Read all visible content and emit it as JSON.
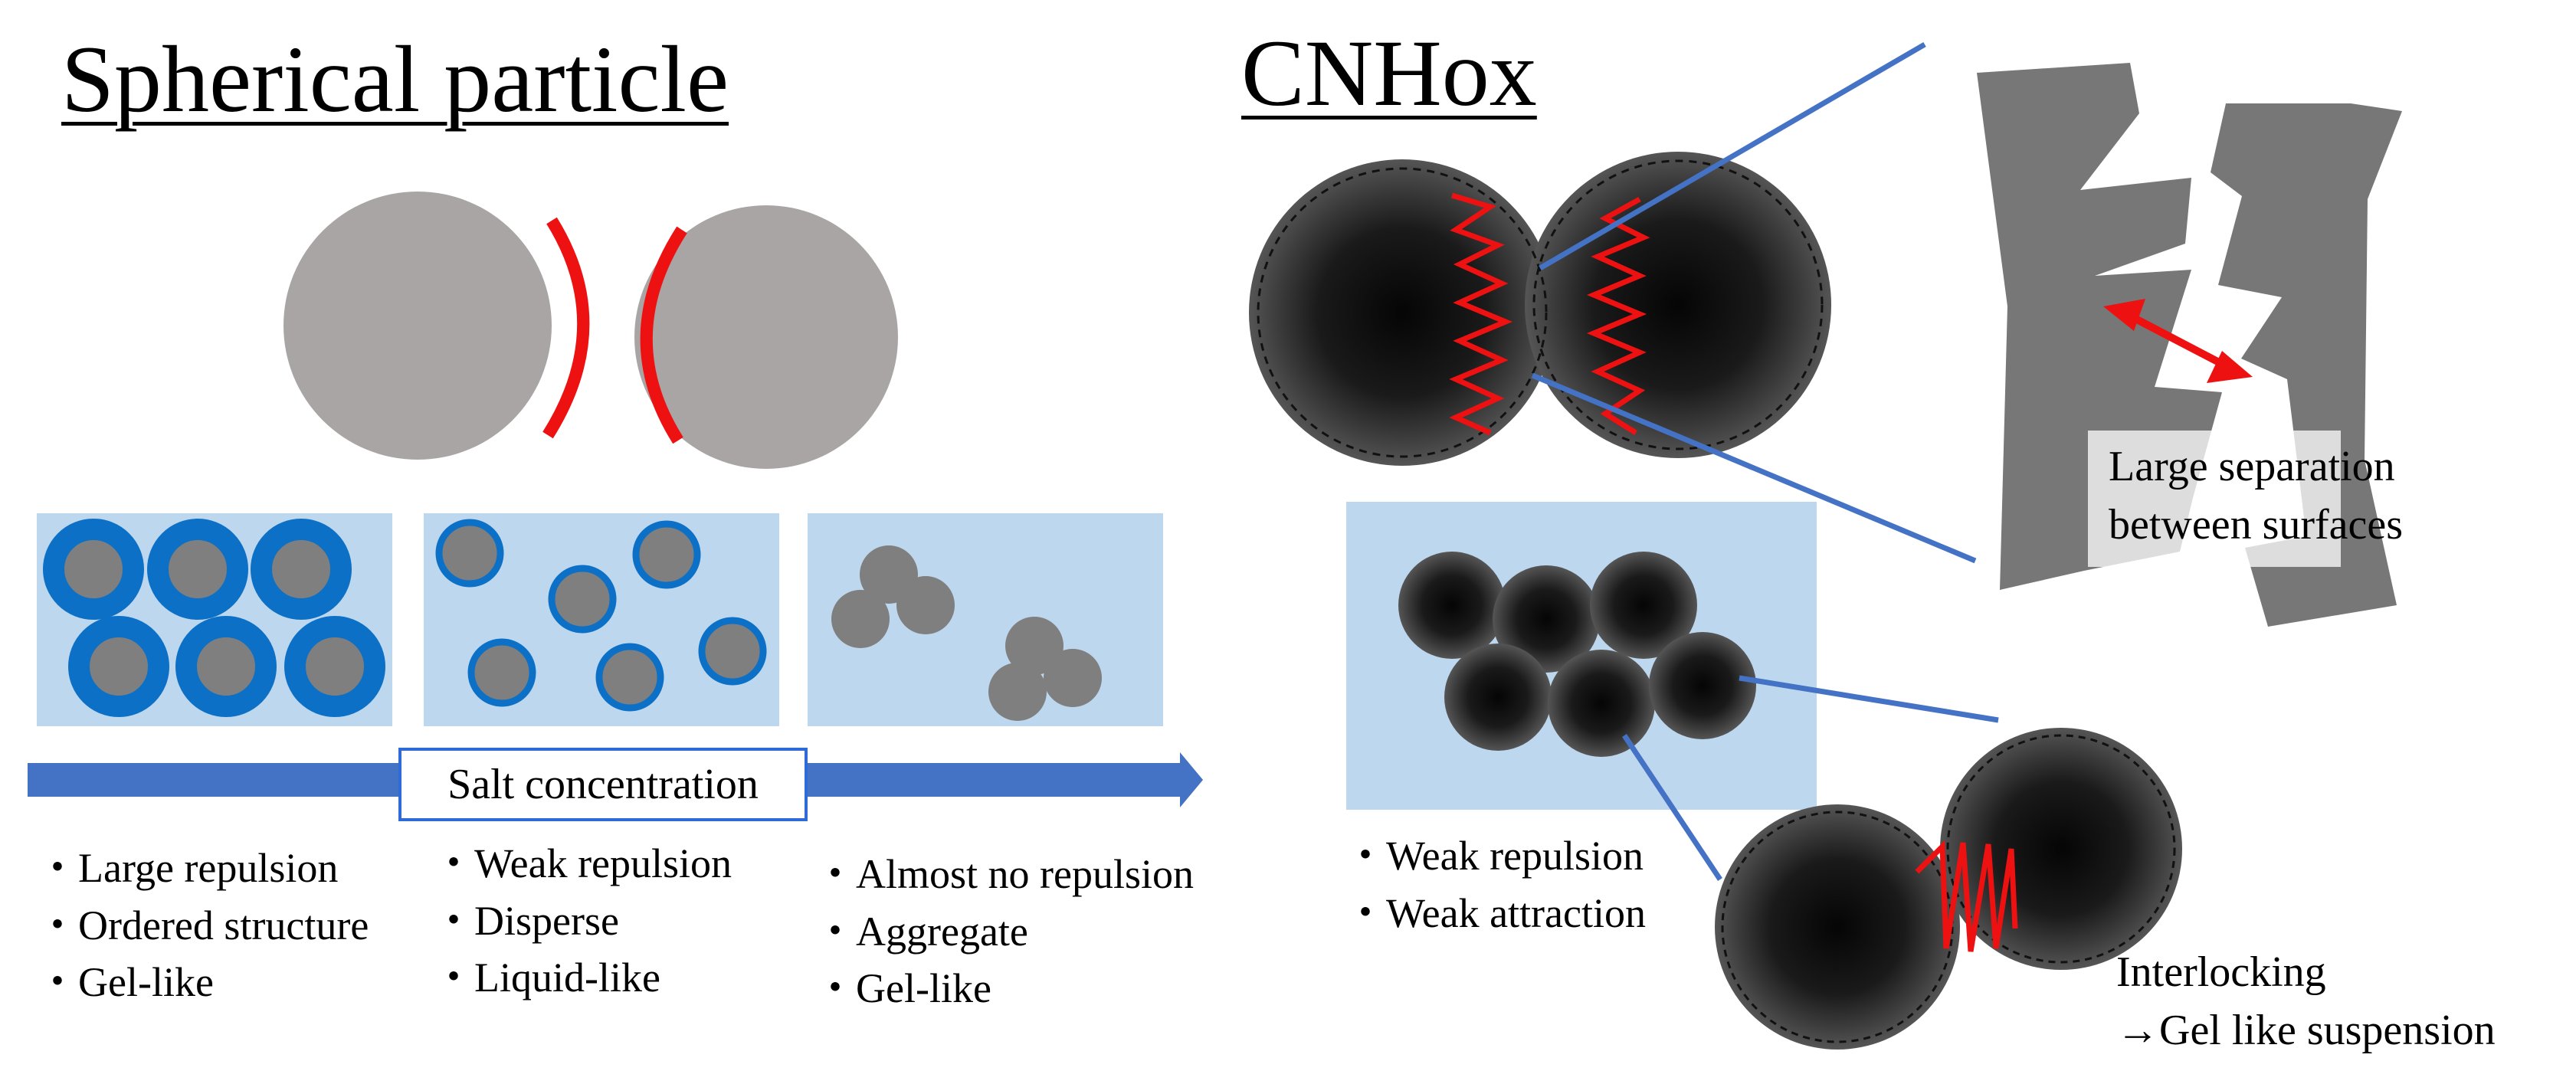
{
  "left_title": "Spherical particle",
  "right_title": "CNHox",
  "salt_label": "Salt concentration",
  "col1": [
    "・Large repulsion",
    "・Ordered structure",
    "・Gel-like"
  ],
  "col2": [
    "・Weak repulsion",
    "・Disperse",
    "・Liquid-like"
  ],
  "col3": [
    "・Almost no repulsion",
    "・Aggregate",
    "・Gel-like"
  ],
  "cnh_notes": [
    "・Weak repulsion",
    "・Weak attraction"
  ],
  "separation_label": [
    "Large separation",
    "between surfaces"
  ],
  "interlock_label": [
    "Interlocking",
    "→Gel like suspension"
  ],
  "colors": {
    "particle_gray": "#a9a5a4",
    "layer_blue": "#0c70c6",
    "box_blue": "#bdd7ee",
    "arrow_blue": "#4472c4",
    "red": "#ee1111",
    "surface_gray": "#777777"
  }
}
